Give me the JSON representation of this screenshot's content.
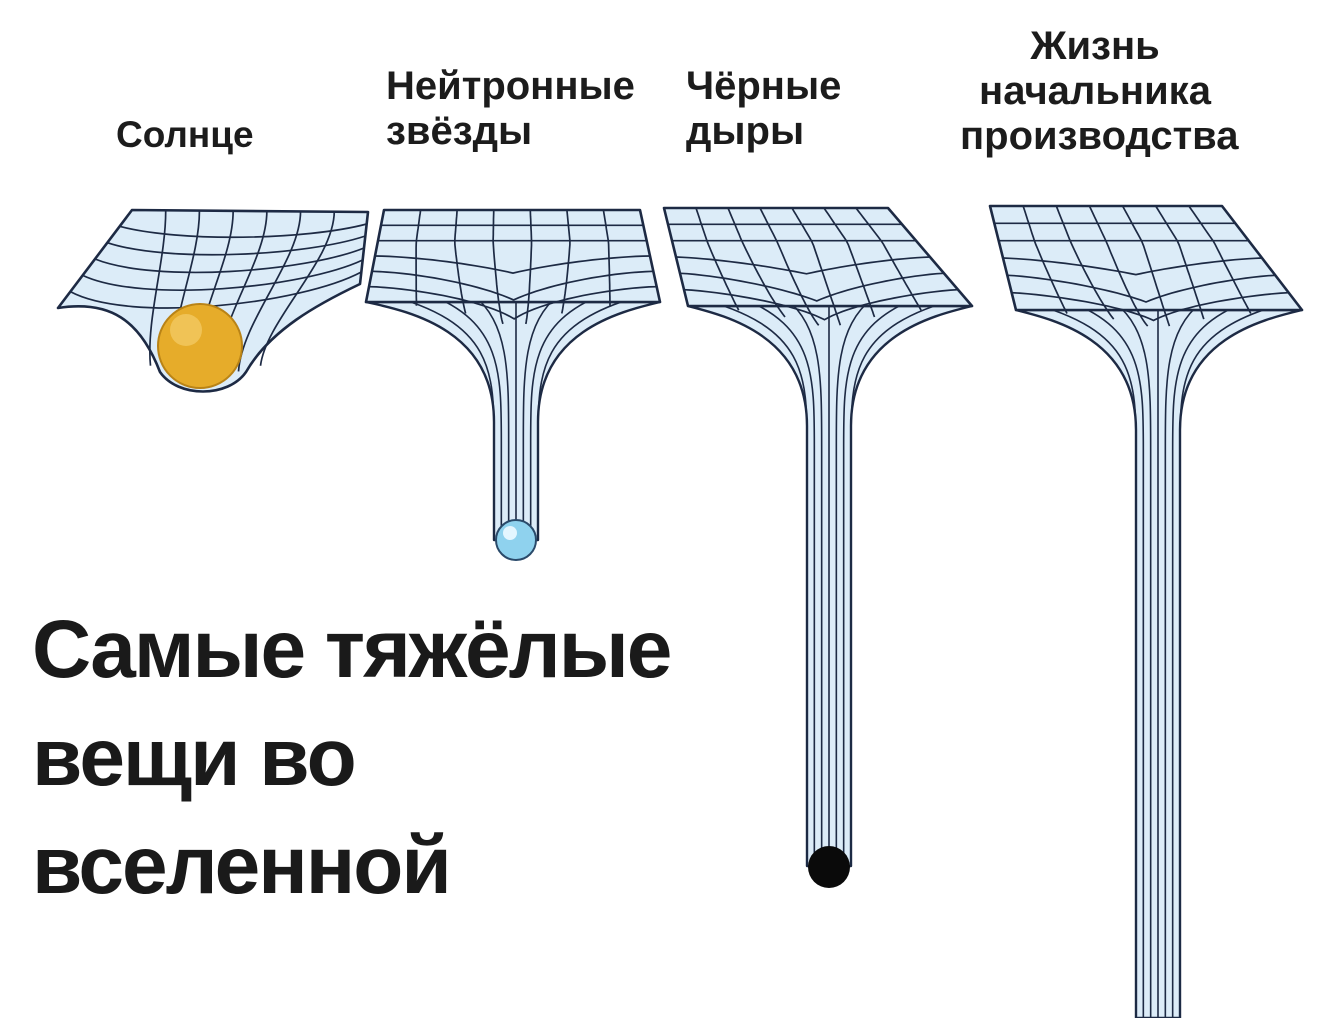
{
  "labels": {
    "sun": [
      "Солнце"
    ],
    "neutron_stars": [
      "Нейтронные",
      "звёзды"
    ],
    "black_holes": [
      "Чёрные",
      "дыры"
    ],
    "boss_life": [
      "Жизнь",
      "начальника",
      "производства"
    ]
  },
  "headline": [
    "Самые тяжёлые",
    "вещи во",
    "вселенной"
  ],
  "colors": {
    "grid": "#1d2a44",
    "well_fill": "#dcecf8",
    "sun": "#e6ac2a",
    "neutron_star": "#8fd2ee",
    "black_hole": "#0a0a0a",
    "text": "#1c1c1c"
  }
}
